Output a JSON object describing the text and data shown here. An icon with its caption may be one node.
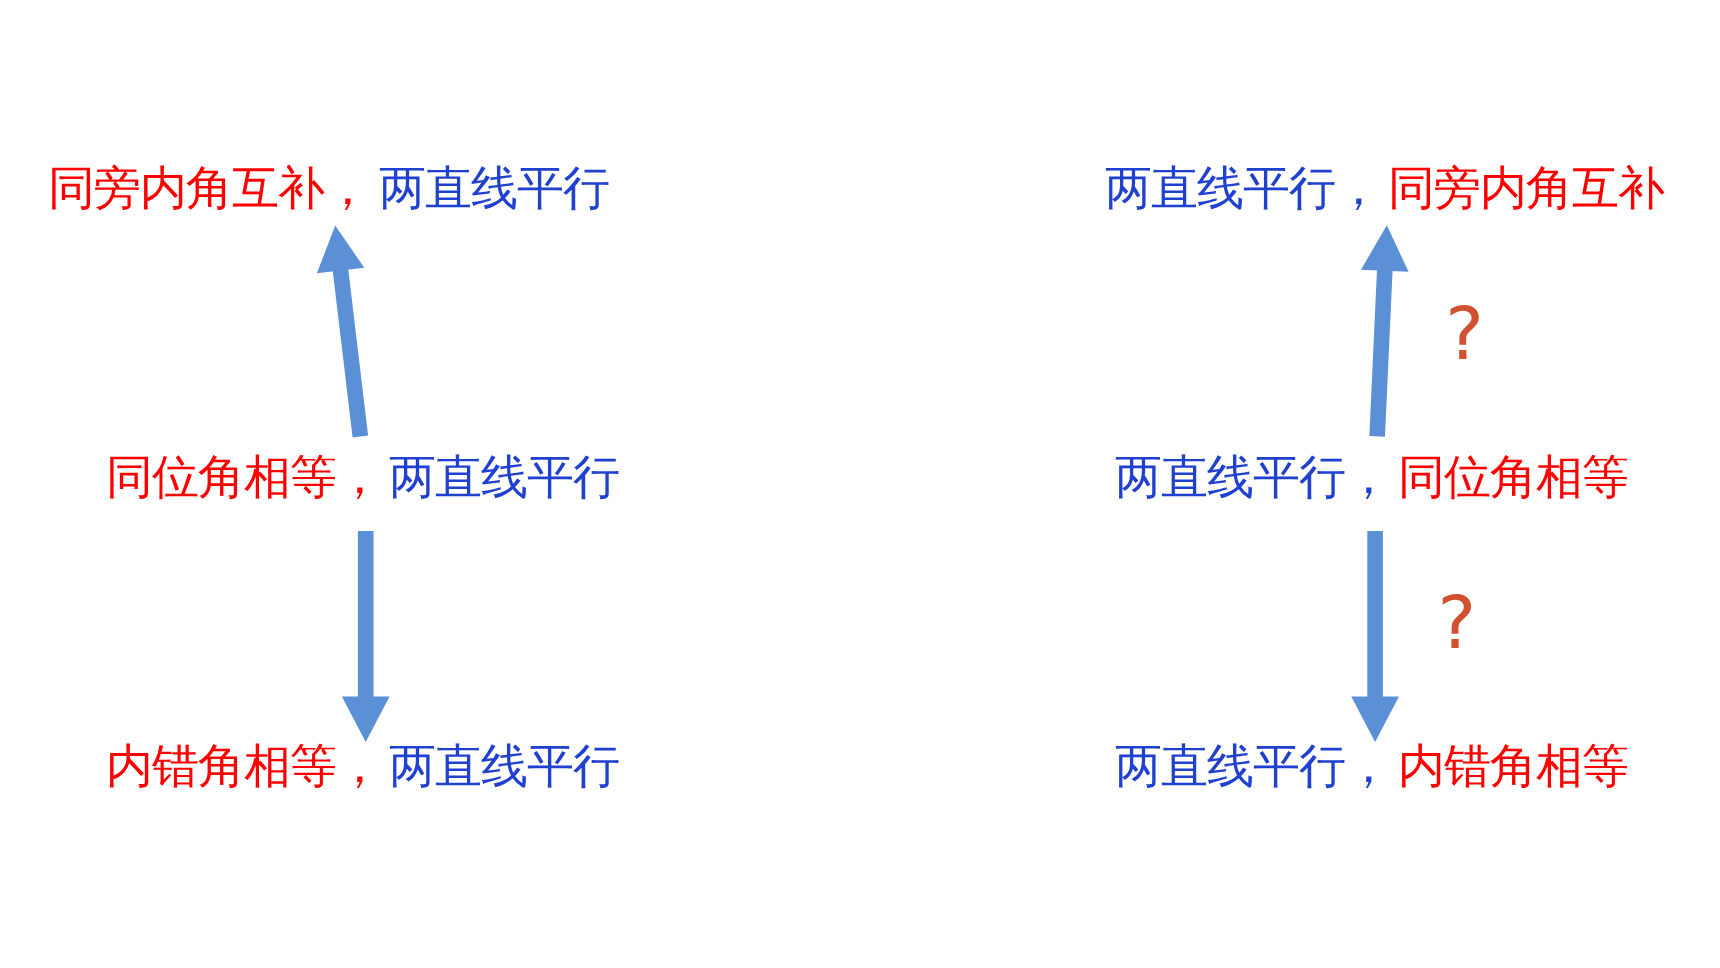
{
  "diagram": {
    "nodes": [
      {
        "text": [
          "同旁内角互补，",
          "两直线平行"
        ]
      },
      {
        "text": [
          "同位角相等，",
          "两直线平行"
        ]
      },
      {
        "text": [
          "内错角相等，",
          "两直线平行"
        ]
      },
      {
        "text": [
          "两直线平行，",
          "同旁内角互补"
        ]
      },
      {
        "text": [
          "两直线平行，",
          "同位角相等"
        ]
      },
      {
        "text": [
          "两直线平行，",
          "内错角相等"
        ]
      }
    ],
    "edges": [
      {
        "from": 1,
        "to": 0,
        "arrow": "to"
      },
      {
        "from": 1,
        "to": 2,
        "arrow": "to"
      },
      {
        "from": 4,
        "to": 3,
        "arrow": "to",
        "label": "?"
      },
      {
        "from": 4,
        "to": 5,
        "arrow": "to",
        "label": "?"
      }
    ]
  }
}
